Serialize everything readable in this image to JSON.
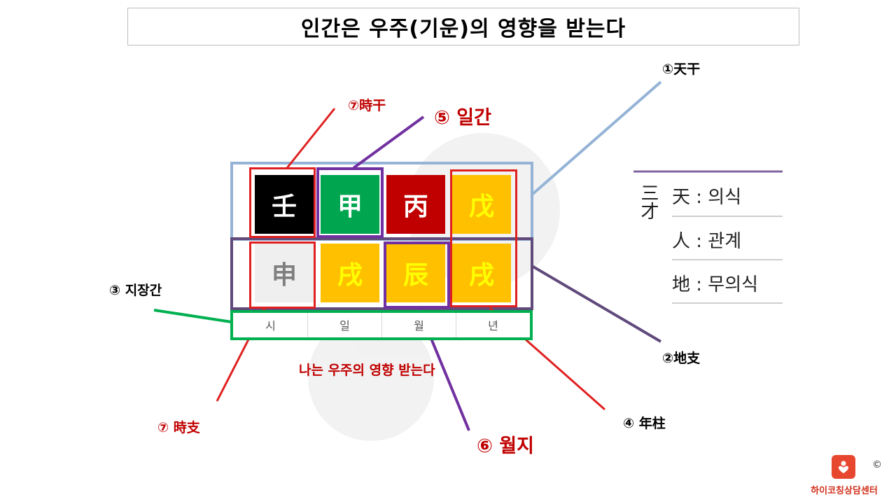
{
  "title": "인간은 우주(기운)의 영향을 받는다",
  "stems": [
    {
      "char": "壬",
      "bg": "#000000",
      "fg": "#ffffff"
    },
    {
      "char": "甲",
      "bg": "#00a550",
      "fg": "#ffffff"
    },
    {
      "char": "丙",
      "bg": "#c00000",
      "fg": "#ffffff"
    },
    {
      "char": "戊",
      "bg": "#ffc000",
      "fg": "#ffff00"
    }
  ],
  "branches": [
    {
      "char": "申",
      "bg": "#efefef",
      "fg": "#7f7f7f"
    },
    {
      "char": "戌",
      "bg": "#ffc000",
      "fg": "#ffff00"
    },
    {
      "char": "辰",
      "bg": "#ffc000",
      "fg": "#ffff00"
    },
    {
      "char": "戌",
      "bg": "#ffc000",
      "fg": "#ffff00"
    }
  ],
  "pillar_labels": [
    "시",
    "일",
    "월",
    "년"
  ],
  "labels": {
    "heavenly_stems": "①天干",
    "earthly_branches": "②地支",
    "hidden_stems": "③ 지장간",
    "year_pillar": "④ 年柱",
    "day_stem": "⑤ 일간",
    "month_branch": "⑥ 월지",
    "hour_stem": "⑦時干",
    "hour_branch": "⑦ 時支"
  },
  "caption": "나는 우주의 영향 받는다",
  "legend": {
    "side": "三才",
    "items": [
      "天 : 의식",
      "人 : 관계",
      "地 : 무의식"
    ]
  },
  "footer": {
    "copyright": "©",
    "brand": "하이코칭상담센터"
  },
  "colors": {
    "heavenly_frame": "#95b3d7",
    "earthly_frame": "#604a7b",
    "hidden_frame": "#00b050",
    "highlight_red": "#e02020",
    "highlight_purple": "#7030a0",
    "label_red": "#c00000"
  }
}
